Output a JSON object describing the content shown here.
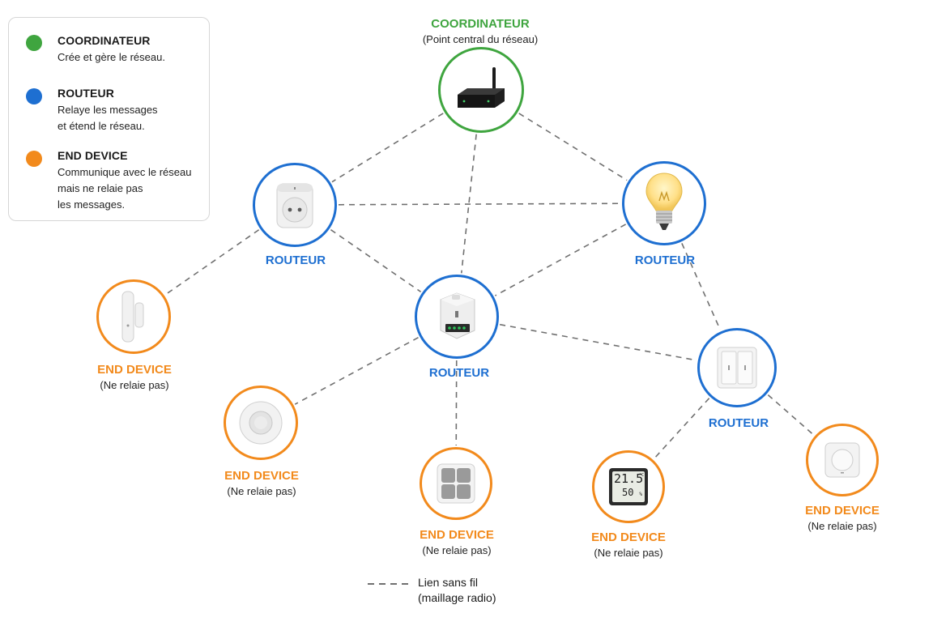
{
  "colors": {
    "coordinator": "#3fa53f",
    "router": "#1e6fd1",
    "end_device": "#f28a1c",
    "link": "#707070"
  },
  "legend": {
    "coordinator": {
      "title": "COORDINATEUR",
      "desc": "Crée et gère le réseau."
    },
    "router": {
      "title": "ROUTEUR",
      "desc": "Relaye les messages\net étend le réseau."
    },
    "end_device": {
      "title": "END DEVICE",
      "desc": "Communique avec le réseau\nmais ne relaie pas\nles messages."
    }
  },
  "nodes": {
    "coordinator": {
      "title": "COORDINATEUR",
      "subtitle": "(Point central du réseau)",
      "icon": "gateway-icon"
    },
    "router_plug": {
      "title": "ROUTEUR",
      "icon": "smart-plug-icon"
    },
    "router_bulb": {
      "title": "ROUTEUR",
      "icon": "light-bulb-icon"
    },
    "router_module": {
      "title": "ROUTEUR",
      "icon": "relay-module-icon"
    },
    "router_switch": {
      "title": "ROUTEUR",
      "icon": "wall-switch-icon"
    },
    "end_door": {
      "title": "END DEVICE",
      "subtitle": "(Ne relaie pas)",
      "icon": "door-sensor-icon"
    },
    "end_motion": {
      "title": "END DEVICE",
      "subtitle": "(Ne relaie pas)",
      "icon": "motion-sensor-icon"
    },
    "end_remote": {
      "title": "END DEVICE",
      "subtitle": "(Ne relaie pas)",
      "icon": "remote-control-icon"
    },
    "end_thermo": {
      "title": "END DEVICE",
      "subtitle": "(Ne relaie pas)",
      "icon": "thermometer-display-icon",
      "temperature": "21.5",
      "temperature_unit": "°C",
      "humidity": "50",
      "humidity_unit": "%"
    },
    "end_button": {
      "title": "END DEVICE",
      "subtitle": "(Ne relaie pas)",
      "icon": "push-button-icon"
    }
  },
  "links": [
    [
      "coordinator",
      "router_plug"
    ],
    [
      "coordinator",
      "router_bulb"
    ],
    [
      "coordinator",
      "router_module"
    ],
    [
      "router_plug",
      "router_bulb"
    ],
    [
      "router_plug",
      "router_module"
    ],
    [
      "router_plug",
      "end_door"
    ],
    [
      "router_bulb",
      "router_module"
    ],
    [
      "router_bulb",
      "router_switch"
    ],
    [
      "router_module",
      "router_switch"
    ],
    [
      "router_module",
      "end_motion"
    ],
    [
      "router_module",
      "end_remote"
    ],
    [
      "router_switch",
      "end_thermo"
    ],
    [
      "router_switch",
      "end_button"
    ]
  ],
  "bottom_legend": {
    "label": "Lien sans fil\n(maillage radio)"
  }
}
